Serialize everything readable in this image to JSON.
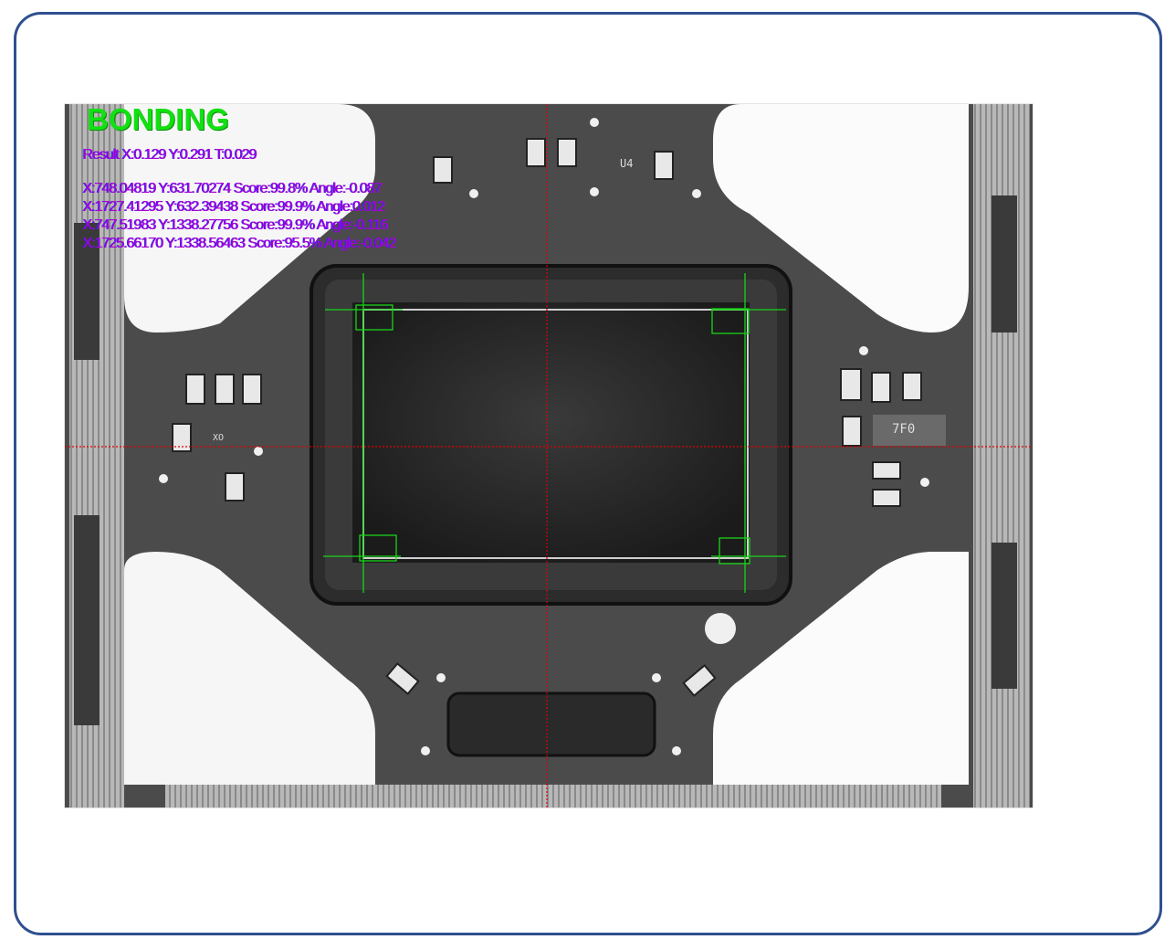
{
  "overlay": {
    "title": "BONDING",
    "result": "Result X:0.129 Y:0.291 T:0.029",
    "matches": [
      "X:748.04819 Y:631.70274 Score:99.8% Angle:-0.087",
      "X:1727.41295 Y:632.39438 Score:99.9% Angle:0.012",
      "X:747.51983 Y:1338.27756 Score:99.9% Angle:-0.116",
      "X:1725.66170 Y:1338.56463 Score:95.5% Angle:-0.042"
    ]
  },
  "board_labels": {
    "u4": "U4",
    "xo": "XO",
    "code": "7F0"
  },
  "colors": {
    "frame": "#2f4f8f",
    "title": "#12e012",
    "text": "#b000d0",
    "crosshair": "#e00000",
    "marker": "#19d419"
  }
}
